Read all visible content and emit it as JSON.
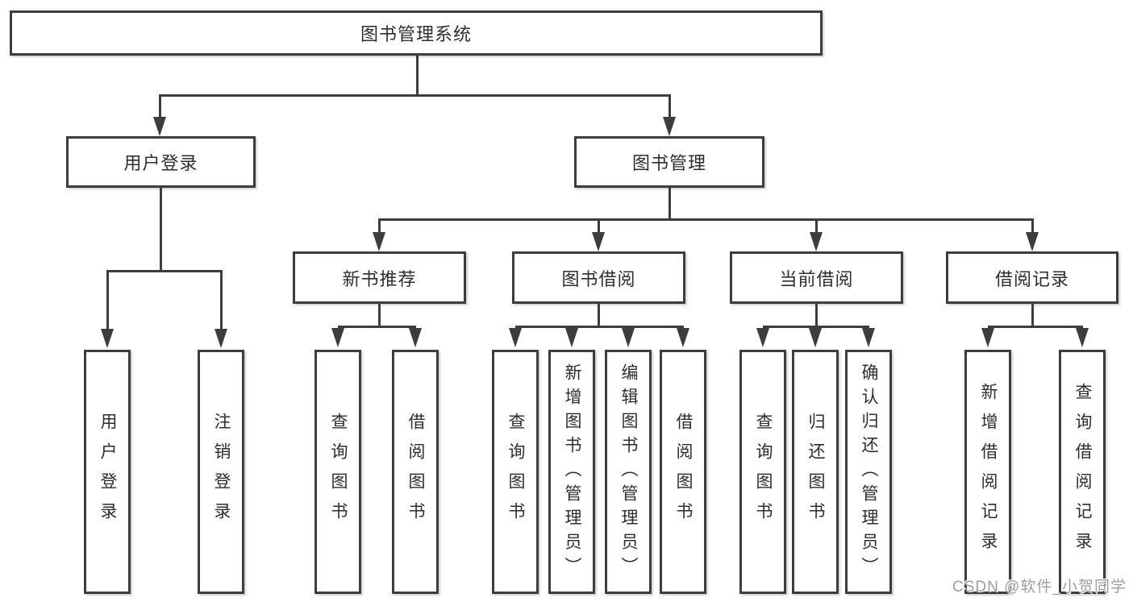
{
  "root": {
    "label": "图书管理系统"
  },
  "level2": [
    {
      "label": "用户登录"
    },
    {
      "label": "图书管理"
    }
  ],
  "level3": [
    {
      "label": "新书推荐"
    },
    {
      "label": "图书借阅"
    },
    {
      "label": "当前借阅"
    },
    {
      "label": "借阅记录"
    }
  ],
  "leaves": {
    "user_login": [
      "用户登录",
      "注销登录"
    ],
    "new_books": [
      "查询图书",
      "借阅图书"
    ],
    "book_borrow": [
      "查询图书",
      "新增图书（管理员）",
      "编辑图书（管理员）",
      "借阅图书"
    ],
    "current_borrow": [
      "查询图书",
      "归还图书",
      "确认归还（管理员）"
    ],
    "borrow_records": [
      "新增借阅记录",
      "查询借阅记录"
    ]
  },
  "watermark": "CSDN @软件_小贺同学",
  "colors": {
    "line": "#3d3d3d",
    "box_background": "#ffffff",
    "text": "#2e2e2e",
    "watermark": "#9e9e9e"
  }
}
